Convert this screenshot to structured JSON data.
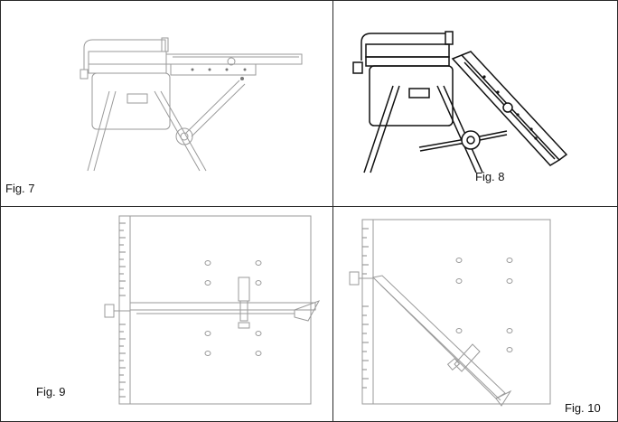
{
  "figures": [
    {
      "id": "fig7",
      "caption": "Fig. 7"
    },
    {
      "id": "fig8",
      "caption": "Fig. 8"
    },
    {
      "id": "fig9",
      "caption": "Fig. 9"
    },
    {
      "id": "fig10",
      "caption": "Fig. 10"
    }
  ]
}
